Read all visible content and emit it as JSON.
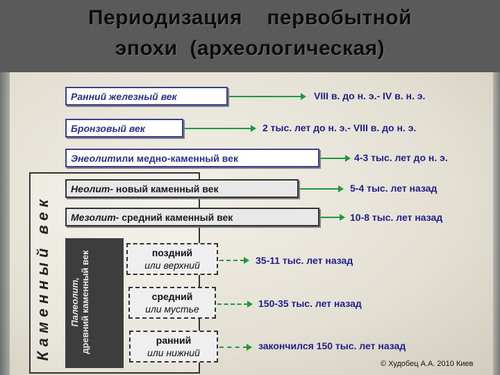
{
  "title": {
    "line1": "Периодизация    первобытной",
    "line2": "эпохи  (археологическая)"
  },
  "stone_age_label": "Каменный век",
  "paleolith": {
    "term": "Палеолит,",
    "rest": "древний каменный век"
  },
  "periods": [
    {
      "name": "Ранний железный век",
      "extra": "",
      "date": "VIII в. до н. э.- IV в. н. э."
    },
    {
      "name": "Бронзовый век",
      "extra": "",
      "date": "2 тыс. лет до н. э.- VIII в. до н. э."
    },
    {
      "name": "Энеолит",
      "extra": " или медно-каменный век",
      "date": "4-3 тыс. лет до н. э."
    },
    {
      "name": "Неолит",
      "extra": " - новый каменный век",
      "date": "5-4 тыс. лет назад"
    },
    {
      "name": "Мезолит",
      "extra": " - средний каменный век",
      "date": "10-8 тыс. лет назад"
    }
  ],
  "paleo_subs": [
    {
      "a": "поздний",
      "b": "или верхний",
      "date": "35-11 тыс. лет назад"
    },
    {
      "a": "средний",
      "b": "или мустье",
      "date": "150-35 тыс. лет назад"
    },
    {
      "a": "ранний",
      "b": "или нижний",
      "date": "закончился 150 тыс. лет назад"
    }
  ],
  "copyright": "© Худобец А.А. 2010 Киев",
  "colors": {
    "arrow": "#1c9a3a",
    "box_text": "#2c3086",
    "date_text": "#1f1f8a",
    "header": "#5a5a5a"
  }
}
